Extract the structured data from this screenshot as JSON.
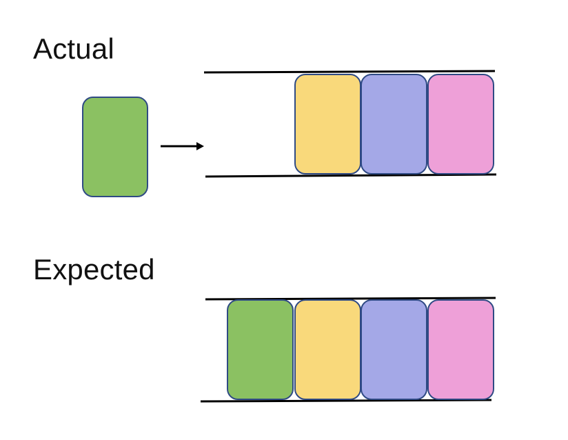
{
  "diagram": {
    "actual": {
      "title": "Actual",
      "outside_block": {
        "color": "#8BC162",
        "name": "green-block"
      },
      "queue_blocks": [
        {
          "name": "yellow-block",
          "color": "#F9D97B"
        },
        {
          "name": "purple-block",
          "color": "#A4A8E7"
        },
        {
          "name": "pink-block",
          "color": "#EEA0D8"
        }
      ]
    },
    "expected": {
      "title": "Expected",
      "queue_blocks": [
        {
          "name": "green-block",
          "color": "#8BC162"
        },
        {
          "name": "yellow-block",
          "color": "#F9D97B"
        },
        {
          "name": "purple-block",
          "color": "#A4A8E7"
        },
        {
          "name": "pink-block",
          "color": "#EEA0D8"
        }
      ]
    },
    "styles": {
      "stroke": "#2F4A84",
      "line": "#000000"
    }
  }
}
